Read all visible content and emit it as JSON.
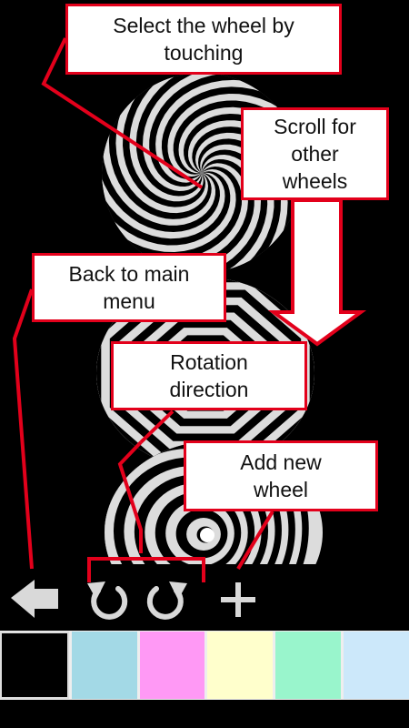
{
  "callouts": {
    "select": "Select the wheel by\ntouching",
    "scroll": "Scroll for\nother\nwheels",
    "back": "Back to main\nmenu",
    "rotation": "Rotation\ndirection",
    "add": "Add new\nwheel"
  },
  "toolbar": {
    "icons": [
      "back-arrow-icon",
      "rotate-counterclockwise-icon",
      "rotate-clockwise-icon",
      "plus-icon"
    ]
  },
  "palette": {
    "colors": [
      "#000000",
      "#a3d9e6",
      "#ff99f5",
      "#ffffcc",
      "#99f5cc",
      "#cce8fa"
    ],
    "selected_index": 0
  },
  "theme": {
    "accent": "#e3001b",
    "wheel_light": "#dcdcdc",
    "background": "#000000"
  }
}
